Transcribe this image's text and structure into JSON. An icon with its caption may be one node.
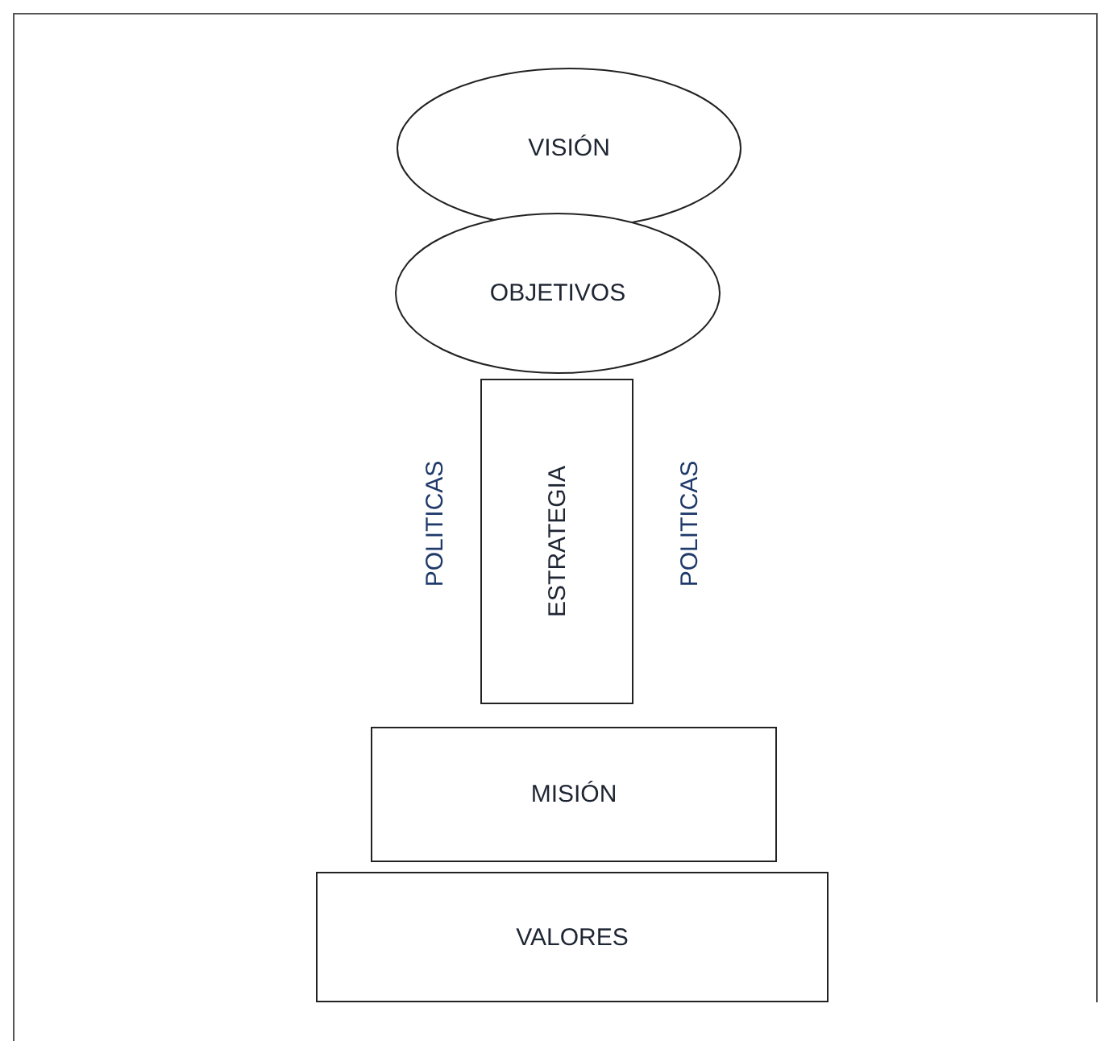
{
  "diagram": {
    "nodes": [
      {
        "text": [
          "VISIÓN"
        ]
      },
      {
        "text": [
          "OBJETIVOS"
        ]
      },
      {
        "text": [
          "ESTRATEGIA"
        ]
      },
      {
        "text": [
          "MISIÓN"
        ]
      },
      {
        "text": [
          "VALORES"
        ]
      }
    ],
    "labels": [
      "POLITICAS",
      "POLITICAS"
    ]
  }
}
